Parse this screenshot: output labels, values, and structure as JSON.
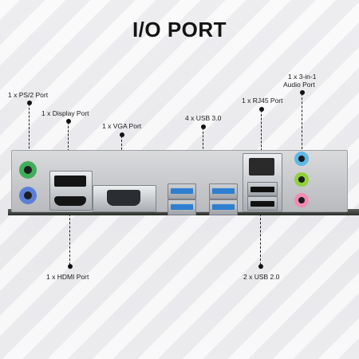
{
  "title": "I/O PORT",
  "labels": {
    "ps2": "1 x PS/2 Port",
    "display_port": "1 x Display Port",
    "vga": "1 x VGA Port",
    "usb3": "4 x USB 3.0",
    "rj45": "1 x RJ45 Port",
    "audio_line1": "1 x 3-in-1",
    "audio_line2": "Audio Port",
    "hdmi": "1 x HDMI Port",
    "usb2": "2 x USB 2.0"
  },
  "colors": {
    "ps2_mouse": "#3fae5a",
    "ps2_keyboard": "#5b7fd6",
    "usb3_tongue": "#2f7fd0",
    "audio_line_in": "#5fb8e6",
    "audio_line_out": "#8fd13a",
    "audio_mic": "#f18bb0",
    "board": "#3a3d38"
  }
}
